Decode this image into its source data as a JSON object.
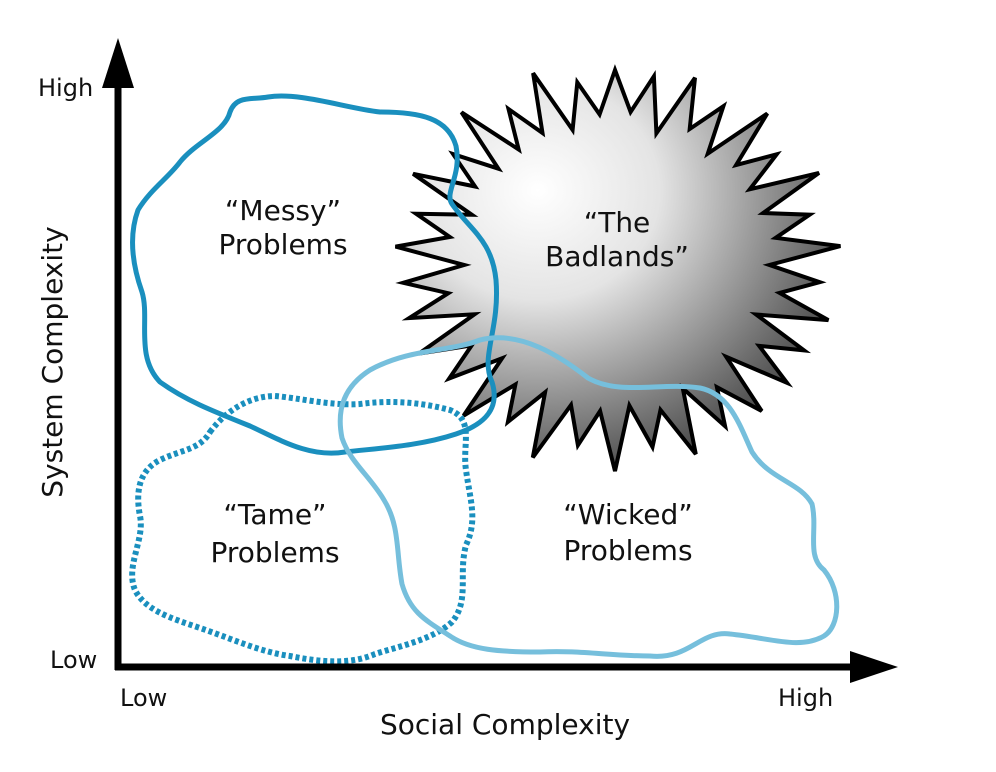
{
  "diagram": {
    "y_axis": {
      "title": "System Complexity",
      "high_label": "High",
      "low_label": "Low"
    },
    "x_axis": {
      "title": "Social Complexity",
      "low_label": "Low",
      "high_label": "High"
    },
    "regions": {
      "messy": {
        "line1": "“Messy”",
        "line2": "Problems",
        "color": "#1a8fbe"
      },
      "badlands": {
        "line1": "“The",
        "line2": "Badlands”",
        "gradient_light": "#ffffff",
        "gradient_dark": "#3a3a3a"
      },
      "tame": {
        "line1": "“Tame”",
        "line2": "Problems",
        "color": "#1a8fbe"
      },
      "wicked": {
        "line1": "“Wicked”",
        "line2": "Problems",
        "color": "#76bfdc"
      }
    }
  }
}
